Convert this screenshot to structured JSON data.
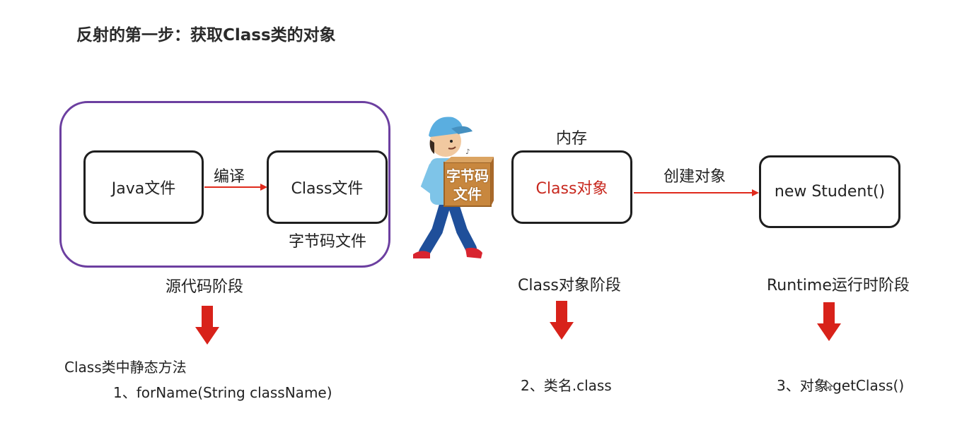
{
  "title": "反射的第一步：获取Class类的对象",
  "source_stage": {
    "java_box": "Java文件",
    "compile_label": "编译",
    "class_box": "Class文件",
    "bytecode_label": "字节码文件",
    "stage_label": "源代码阶段"
  },
  "worker": {
    "box_text_line1": "字节码",
    "box_text_line2": "文件"
  },
  "class_stage": {
    "memory_label": "内存",
    "class_obj_box": "Class对象",
    "create_label": "创建对象",
    "stage_label": "Class对象阶段"
  },
  "runtime_stage": {
    "student_box": "new Student()",
    "stage_label": "Runtime运行时阶段"
  },
  "methods": {
    "static_header": "Class类中静态方法",
    "method1": "1、forName(String className)",
    "method2": "2、类名.class",
    "method3": "3、对象.getClass()"
  },
  "colors": {
    "arrow_red": "#e02a1c",
    "group_border": "#6c3fa0",
    "class_obj_text": "#c8281e"
  }
}
